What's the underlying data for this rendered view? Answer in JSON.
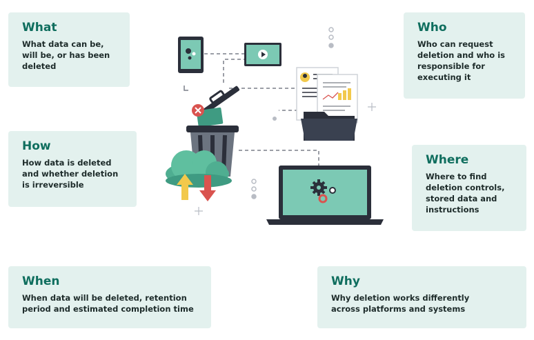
{
  "cards": {
    "what": {
      "title": "What",
      "body": "What data can be, will be, or has been deleted"
    },
    "who": {
      "title": "Who",
      "body": "Who can request deletion and who is responsible for executing it"
    },
    "how": {
      "title": "How",
      "body": "How data is deleted and whether deletion is irreversible"
    },
    "where": {
      "title": "Where",
      "body": "Where to find deletion controls, stored data and instructions"
    },
    "when": {
      "title": "When",
      "body": "When data will be deleted, retention period and estimated completion time"
    },
    "why": {
      "title": "Why",
      "body": "Why deletion works differently across platforms and systems"
    }
  },
  "colors": {
    "card_bg": "#e3f1ee",
    "title": "#0f6e5e",
    "accent_teal": "#6fbfa9",
    "accent_red": "#d9534f",
    "accent_yellow": "#f2c94c",
    "dark": "#2b2f3a"
  },
  "illustration": {
    "icons": [
      "tablet-icon",
      "video-player-icon",
      "documents-icon",
      "folder-icon",
      "trash-bin-icon",
      "cloud-upload-download-icon",
      "laptop-settings-icon"
    ]
  }
}
